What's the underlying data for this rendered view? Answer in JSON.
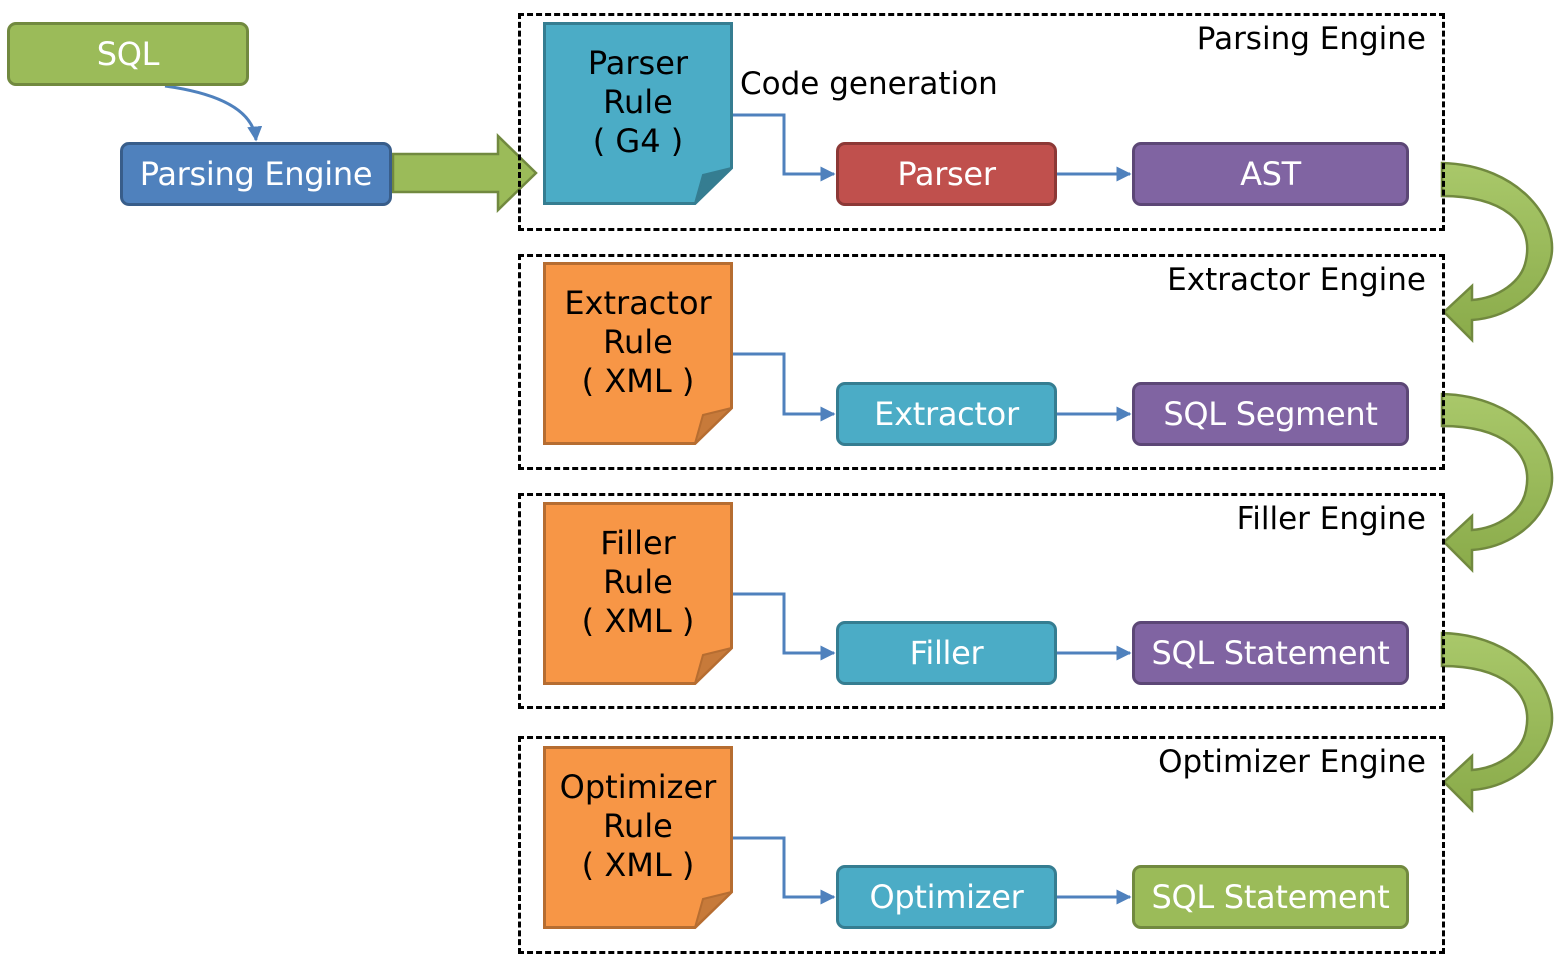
{
  "start": {
    "sql": "SQL",
    "parsing_engine": "Parsing Engine"
  },
  "code_generation": "Code generation",
  "engines": [
    {
      "title": "Parsing Engine",
      "rule": {
        "line1": "Parser",
        "line2": "Rule",
        "line3": "( G4 )",
        "color": "#4bacc6"
      },
      "processor": {
        "label": "Parser",
        "color": "#c0504d"
      },
      "output": {
        "label": "AST",
        "color": "#8064a2"
      }
    },
    {
      "title": "Extractor Engine",
      "rule": {
        "line1": "Extractor",
        "line2": "Rule",
        "line3": "( XML )",
        "color": "#f79646"
      },
      "processor": {
        "label": "Extractor",
        "color": "#4bacc6"
      },
      "output": {
        "label": "SQL Segment",
        "color": "#8064a2"
      }
    },
    {
      "title": "Filler Engine",
      "rule": {
        "line1": "Filler",
        "line2": "Rule",
        "line3": "( XML )",
        "color": "#f79646"
      },
      "processor": {
        "label": "Filler",
        "color": "#4bacc6"
      },
      "output": {
        "label": "SQL Statement",
        "color": "#8064a2"
      }
    },
    {
      "title": "Optimizer Engine",
      "rule": {
        "line1": "Optimizer",
        "line2": "Rule",
        "line3": "( XML )",
        "color": "#f79646"
      },
      "processor": {
        "label": "Optimizer",
        "color": "#4bacc6"
      },
      "output": {
        "label": "SQL Statement",
        "color": "#9bbb59"
      }
    }
  ]
}
